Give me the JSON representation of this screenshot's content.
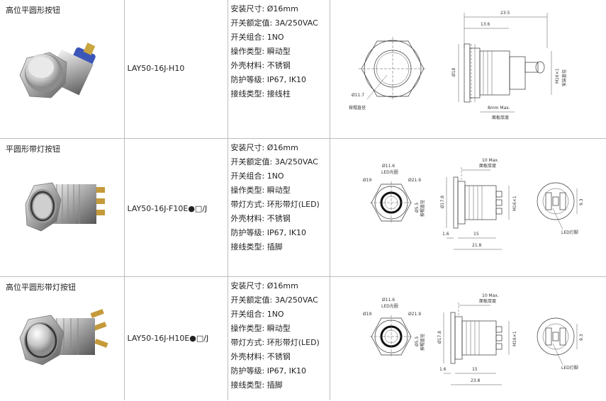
{
  "rows": [
    {
      "name": "高位平圆形按钮",
      "model": "LAY50-16J-H10",
      "specs": [
        "安装尺寸: Ø16mm",
        "开关额定值: 3A/250VAC",
        "开关组合: 1NO",
        "操作类型: 瞬动型",
        "外壳材料: 不锈钢",
        "防护等级: IP67, IK10",
        "接线类型: 接线柱"
      ],
      "dims": {
        "d_outer": "Ø18",
        "d_cap": "Ø11.7",
        "cap_label": "按帽直径",
        "len_total": "23.5",
        "len_part": "13.6",
        "panel": "8mm Max.",
        "panel_label": "面板厚度",
        "thread": "M16×1",
        "mount_label": "安装直径"
      }
    },
    {
      "name": "平圆形带灯按钮",
      "model": "LAY50-16J-F10E●□/J",
      "specs": [
        "安装尺寸: Ø16mm",
        "开关额定值: 3A/250VAC",
        "开关组合: 1NO",
        "操作类型: 瞬动型",
        "带灯方式: 环形带灯(LED)",
        "外壳材料: 不锈钢",
        "防护等级: IP67, IK10",
        "接线类型: 插脚"
      ],
      "dims": {
        "d19": "Ø19",
        "d116": "Ø11.6",
        "led_ring": "LED光圈",
        "d219": "Ø21.9",
        "d55": "Ø5.5",
        "cap_label": "按帽直径",
        "d178": "Ø17.8",
        "panel": "10 Max.",
        "panel_label": "面板厚度",
        "thread": "M16×1",
        "l16": "1.6",
        "l15": "15",
        "l_total": "21.8",
        "w93": "9.3",
        "led_lamp": "LED灯脚"
      }
    },
    {
      "name": "高位平圆形带灯按钮",
      "model": "LAY50-16J-H10E●□/J",
      "specs": [
        "安装尺寸: Ø16mm",
        "开关额定值: 3A/250VAC",
        "开关组合: 1NO",
        "操作类型: 瞬动型",
        "带灯方式: 环形带灯(LED)",
        "外壳材料: 不锈钢",
        "防护等级: IP67, IK10",
        "接线类型: 插脚"
      ],
      "dims": {
        "d19": "Ø19",
        "d116": "Ø11.6",
        "led_ring": "LED光圈",
        "d219": "Ø21.9",
        "d55": "Ø5.5",
        "cap_label": "按帽直径",
        "d178": "Ø17.8",
        "panel": "10 Max.",
        "panel_label": "面板厚度",
        "thread": "M16×1",
        "l16": "1.6",
        "l15": "15",
        "l_total": "23.8",
        "w93": "9.3",
        "led_lamp": "LED灯脚"
      }
    }
  ]
}
